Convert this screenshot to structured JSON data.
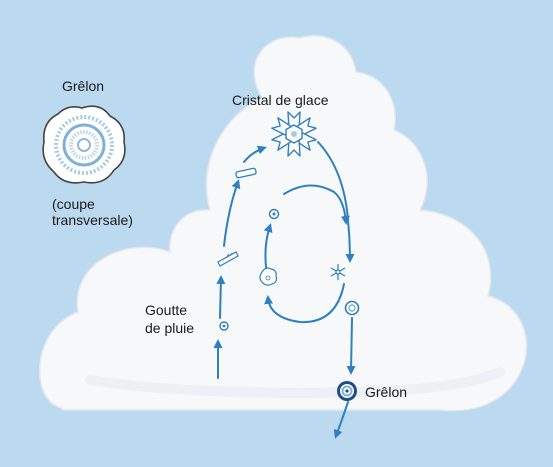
{
  "labels": {
    "hail_inset_title": "Grêlon",
    "hail_inset_caption_1": "(coupe",
    "hail_inset_caption_2": "transversale)",
    "ice_crystal": "Cristal de glace",
    "raindrop_1": "Goutte",
    "raindrop_2": "de pluie",
    "hailstone": "Grêlon"
  },
  "colors": {
    "sky": "#bcdaef",
    "cloud": "#f7f8fa",
    "cloud_shade": "#e6eaf0",
    "arrow": "#2f7fc1",
    "hail_ring_dark": "#1d4f86"
  }
}
